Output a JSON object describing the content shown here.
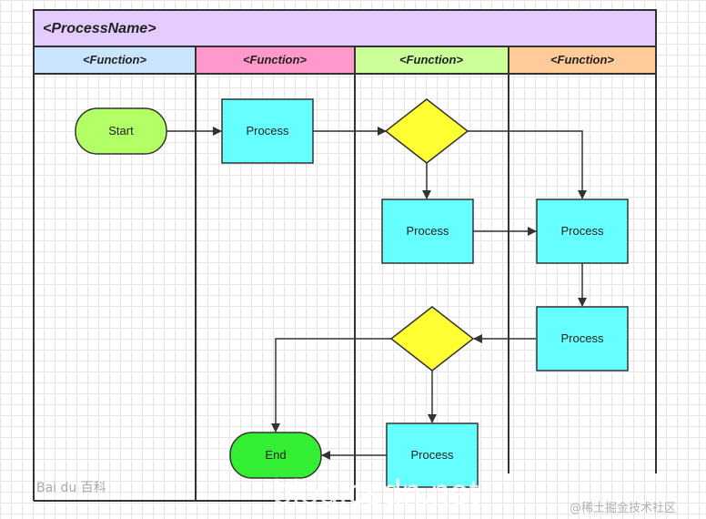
{
  "pool": {
    "title": "<ProcessName>"
  },
  "lanes": [
    {
      "label": "<Function>",
      "color": "#cce5ff"
    },
    {
      "label": "<Function>",
      "color": "#ff99cc"
    },
    {
      "label": "<Function>",
      "color": "#ccff99"
    },
    {
      "label": "<Function>",
      "color": "#ffcc99"
    }
  ],
  "nodes": {
    "start": {
      "label": "Start",
      "color": "#b3ff66"
    },
    "process_1": {
      "label": "Process",
      "color": "#66ffff"
    },
    "decision_1": {
      "label": "",
      "color": "#ffff33"
    },
    "process_2": {
      "label": "Process",
      "color": "#66ffff"
    },
    "process_3": {
      "label": "Process",
      "color": "#66ffff"
    },
    "process_4": {
      "label": "Process",
      "color": "#66ffff"
    },
    "decision_2": {
      "label": "",
      "color": "#ffff33"
    },
    "process_5": {
      "label": "Process",
      "color": "#66ffff"
    },
    "end": {
      "label": "End",
      "color": "#33ee33"
    }
  },
  "watermarks": {
    "baidu": "Bai du 百科",
    "url": "blog.csdn.net",
    "juejin": "@稀土掘金技术社区"
  }
}
